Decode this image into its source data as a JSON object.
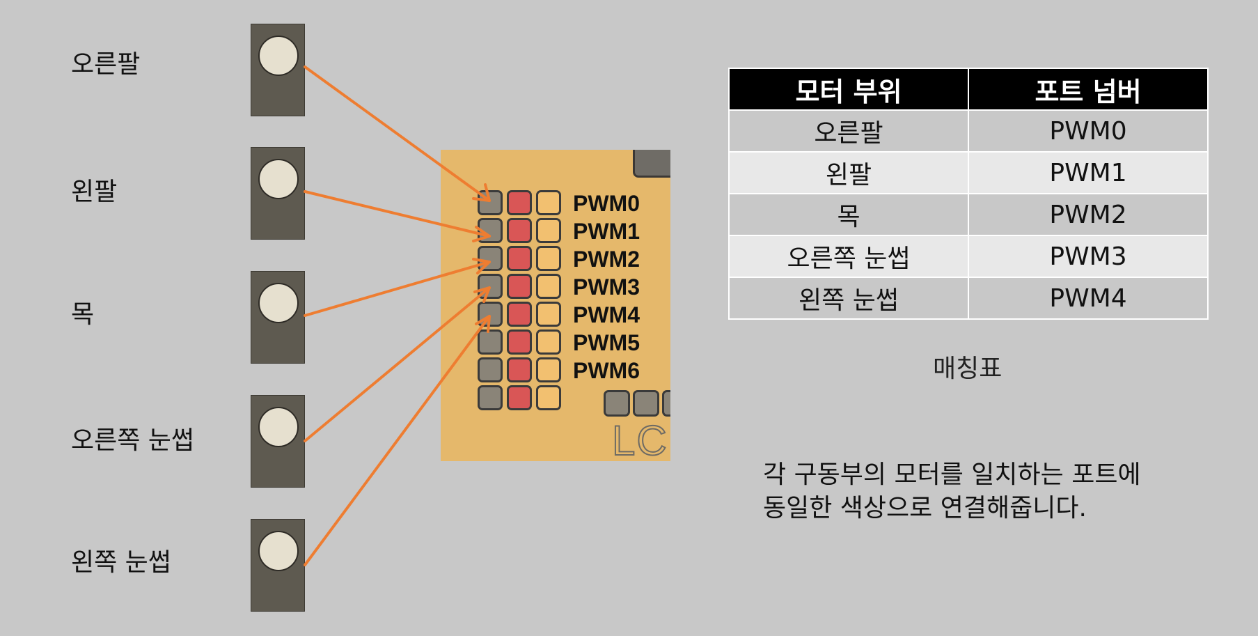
{
  "motors": [
    {
      "label": "오른팔"
    },
    {
      "label": "왼팔"
    },
    {
      "label": "목"
    },
    {
      "label": "오른쪽 눈썹"
    },
    {
      "label": "왼쪽 눈썹"
    }
  ],
  "board": {
    "pwm_labels": [
      "PWM0",
      "PWM1",
      "PWM2",
      "PWM3",
      "PWM4",
      "PWM5",
      "PWM6"
    ],
    "lcd_text": "LCD"
  },
  "table": {
    "headers": [
      "모터 부위",
      "포트 넘버"
    ],
    "rows": [
      [
        "오른팔",
        "PWM0"
      ],
      [
        "왼팔",
        "PWM1"
      ],
      [
        "목",
        "PWM2"
      ],
      [
        "오른쪽 눈썹",
        "PWM3"
      ],
      [
        "왼쪽 눈썹",
        "PWM4"
      ]
    ]
  },
  "caption": "매칭표",
  "instruction": {
    "line1": "각 구동부의 모터를 일치하는 포트에",
    "line2": "동일한 색상으로 연결해줍니다."
  },
  "colors": {
    "arrow": "#ee7d31",
    "background": "#c8c8c8",
    "board": "#e5b86b",
    "motor_body": "#5e5a50"
  }
}
